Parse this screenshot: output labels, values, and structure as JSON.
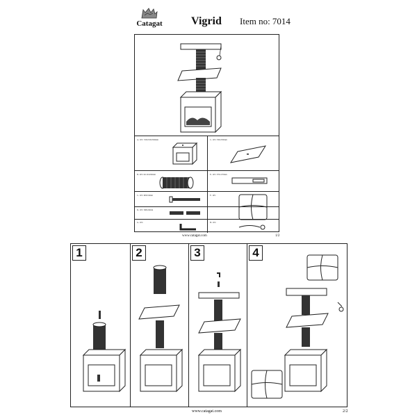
{
  "header": {
    "brand": "Catagat",
    "product_name": "Vigrid",
    "item_no": "Item no: 7014"
  },
  "sheet1": {
    "parts": [
      {
        "label": "A- 1PC  330x330x390mm"
      },
      {
        "label": "C- 1PC  330x330mm"
      },
      {
        "label": "B- 2PC  Φ110x290mm"
      },
      {
        "label": "E- 1PC  370x170mm"
      },
      {
        "label": "C- 1PC  M8x50mm"
      },
      {
        "label": "F- 1PC"
      },
      {
        "label": "D- 1PC  M8x20mm"
      },
      {
        "label": "G- 1PC"
      },
      {
        "label": "H- 1PC"
      }
    ],
    "footer_url": "www.catagat.com",
    "page": "1/2"
  },
  "sheet2": {
    "steps": [
      "1",
      "2",
      "3",
      "4"
    ],
    "footer_url": "www.catagat.com",
    "page": "2/2"
  }
}
